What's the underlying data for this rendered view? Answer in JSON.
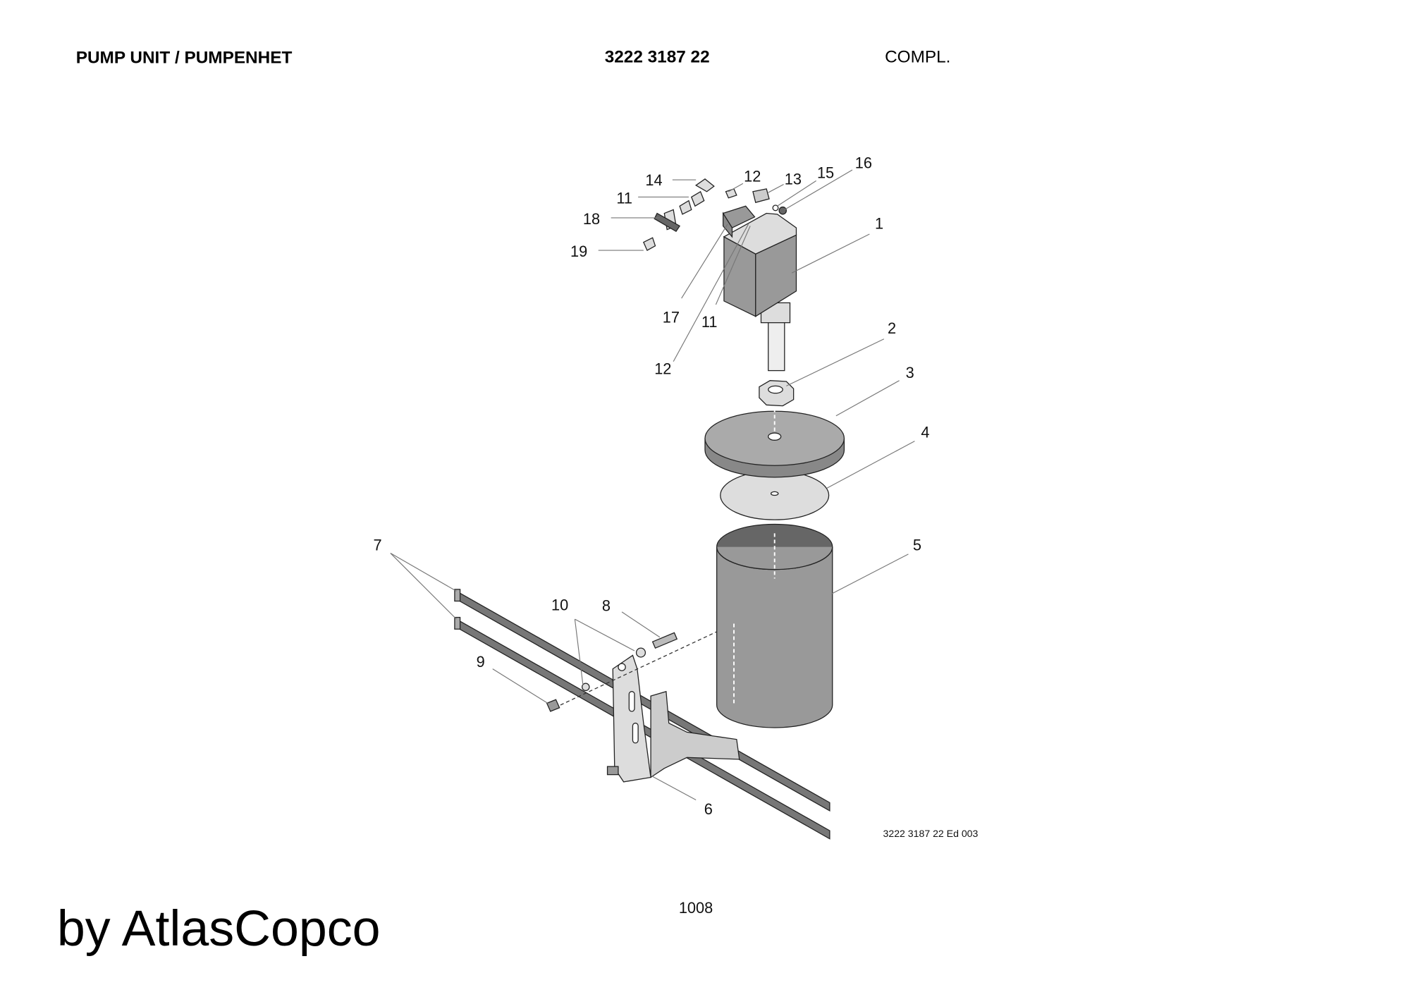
{
  "header": {
    "title": "PUMP UNIT / PUMPENHET",
    "part_number": "3222 3187 22",
    "status": "COMPL."
  },
  "drawing": {
    "reference": "3222 3187 22 Ed 003",
    "callouts": [
      "1",
      "2",
      "3",
      "4",
      "5",
      "6",
      "7",
      "8",
      "9",
      "10",
      "11",
      "12",
      "13",
      "14",
      "15",
      "16",
      "17",
      "18",
      "19"
    ],
    "callout_11b": "11",
    "callout_12b": "12"
  },
  "footer": {
    "page_number": "1008",
    "watermark": "by AtlasCopco"
  }
}
